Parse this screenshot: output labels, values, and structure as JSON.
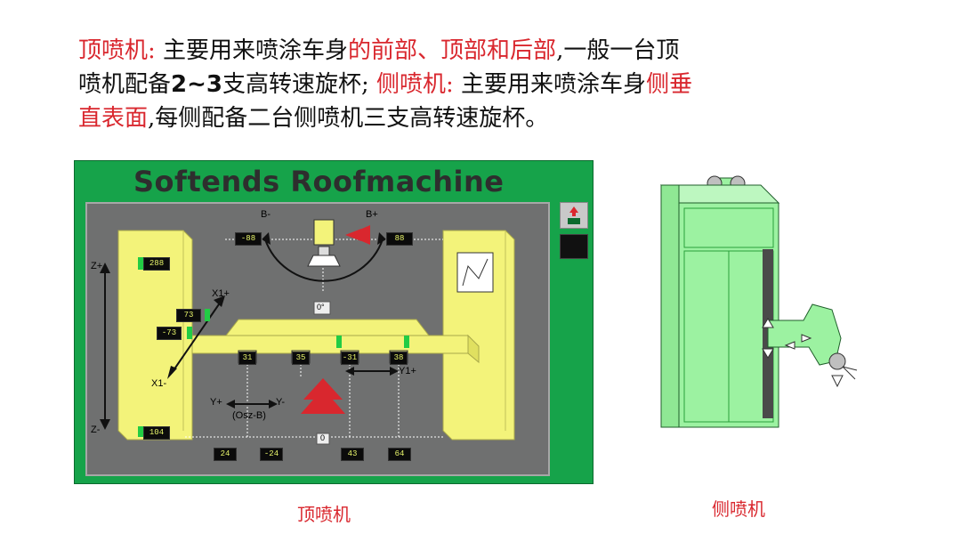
{
  "paragraph": {
    "l1a": "顶喷机:",
    "l1b": "主要用来喷涂车身",
    "l1c": "的前部、顶部和后部",
    "l1d": ",一般一台顶",
    "l2a": "喷机配备",
    "l2b": "2~3",
    "l2c": "支高转速旋杯;",
    "l2d": "侧喷机:",
    "l2e": "主要用来喷涂车身",
    "l2f": "侧垂",
    "l3a": "直表面",
    "l3b": ",每侧配备二台侧喷机三支高转速旋杯。"
  },
  "hmi": {
    "title": "Softends Roofmachine",
    "labels": {
      "b_minus": "B-",
      "b_plus": "B+",
      "z_plus": "Z+",
      "z_minus": "Z-",
      "x1_plus": "X1+",
      "x1_minus": "X1-",
      "y1_plus": "Y1+",
      "y_plus": "Y+",
      "y_minus": "Y-",
      "osc": "(Osz-B)"
    },
    "values": {
      "b_left": "-88",
      "b_right": "88",
      "z_top": "288",
      "z_bottom": "104",
      "x1_top": "73",
      "x1_mid": "-73",
      "bell1": "31",
      "bell2": "35",
      "bell3": "-31",
      "bell4": "38",
      "center": "0°",
      "bottom_center": "0",
      "y_left1": "24",
      "y_left2": "-24",
      "y_right1": "43",
      "y_right2": "64"
    }
  },
  "captions": {
    "top": "顶喷机",
    "side": "侧喷机"
  },
  "colors": {
    "red": "#d9272e",
    "yellow": "#f3f37a",
    "green": "#16a34a",
    "side_green": "#9cf2a1"
  }
}
